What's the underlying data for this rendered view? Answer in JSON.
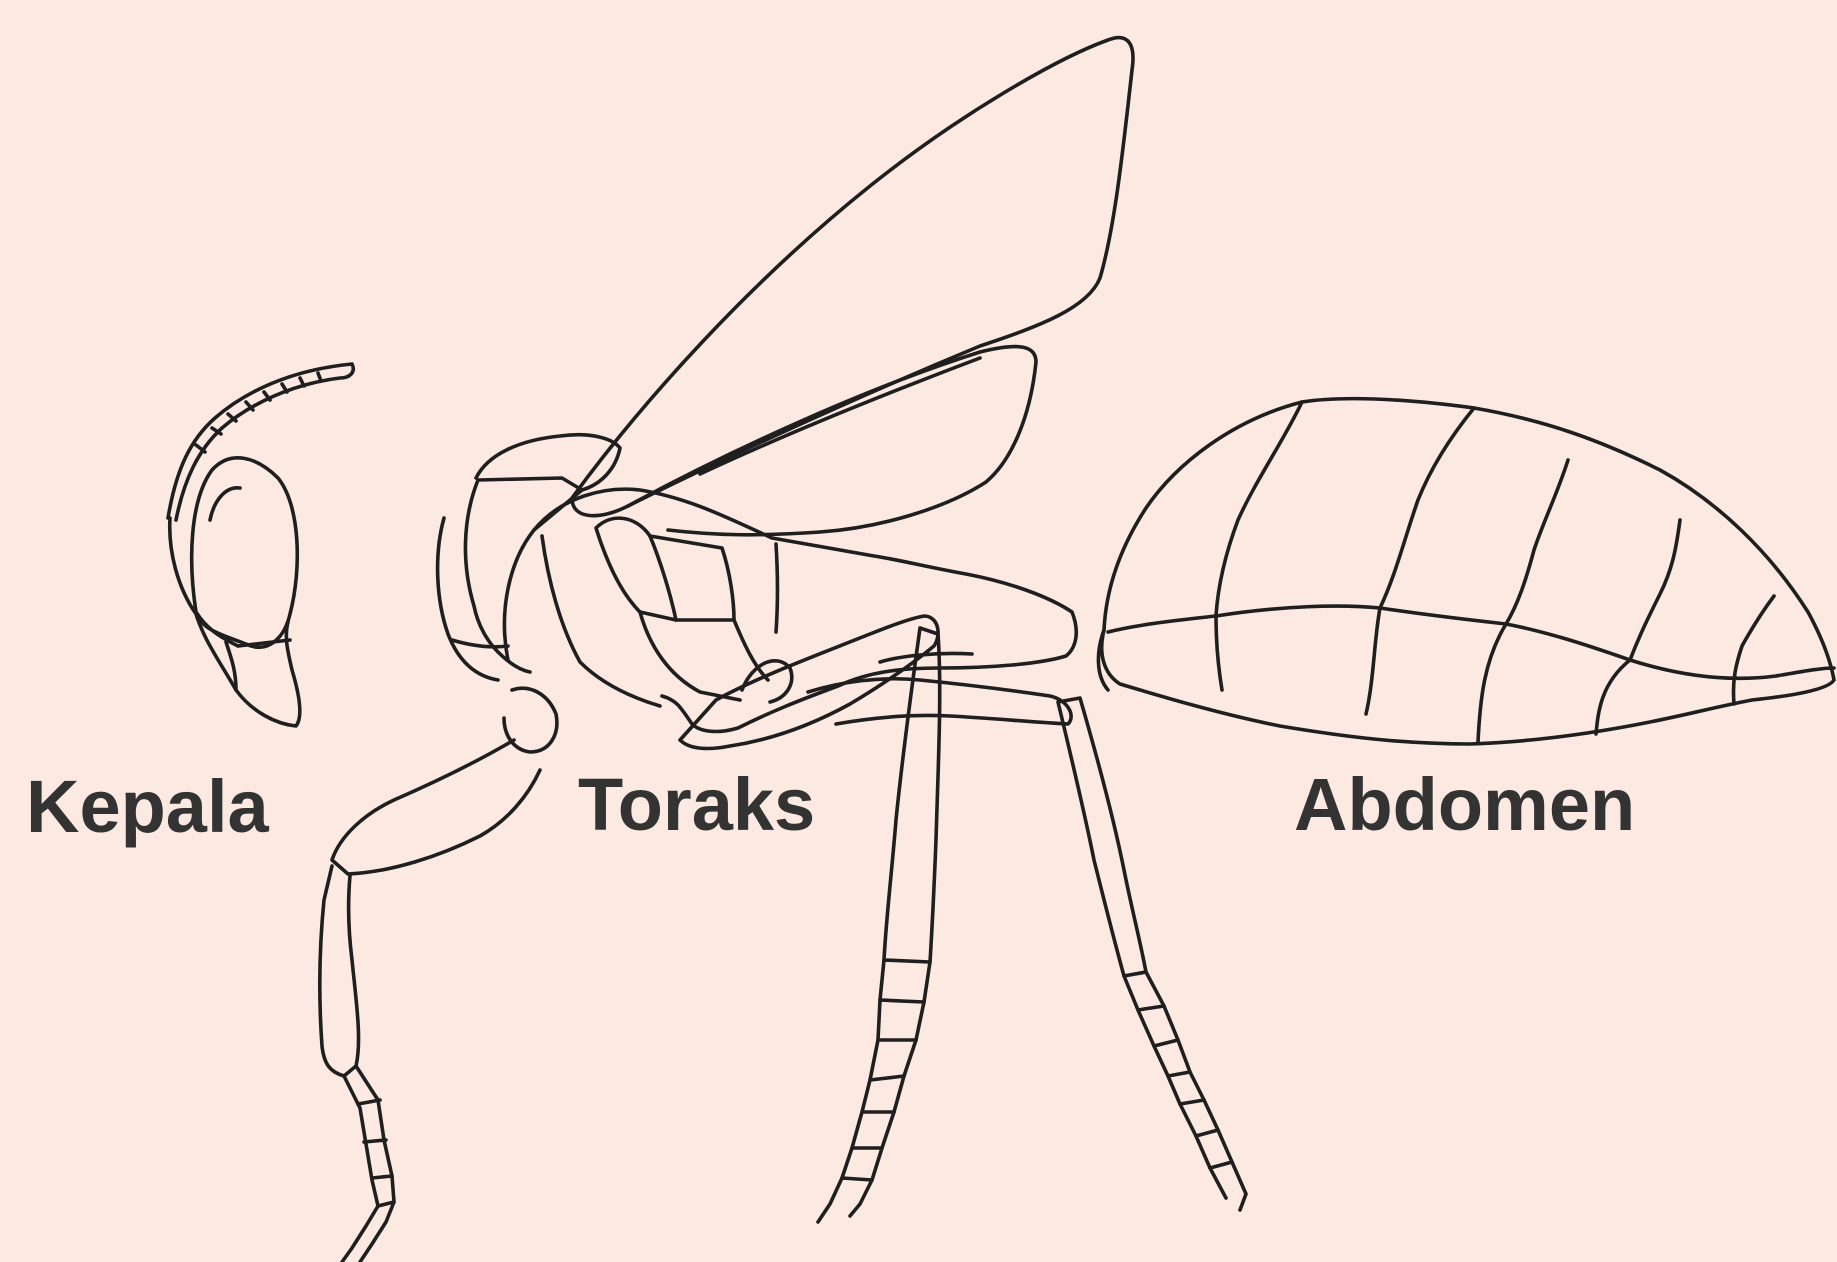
{
  "labels": {
    "head": "Kepala",
    "thorax": "Toraks",
    "abdomen": "Abdomen"
  },
  "colors": {
    "background": "#fce9e1",
    "line": "#1f1f1f",
    "text": "#333333"
  }
}
